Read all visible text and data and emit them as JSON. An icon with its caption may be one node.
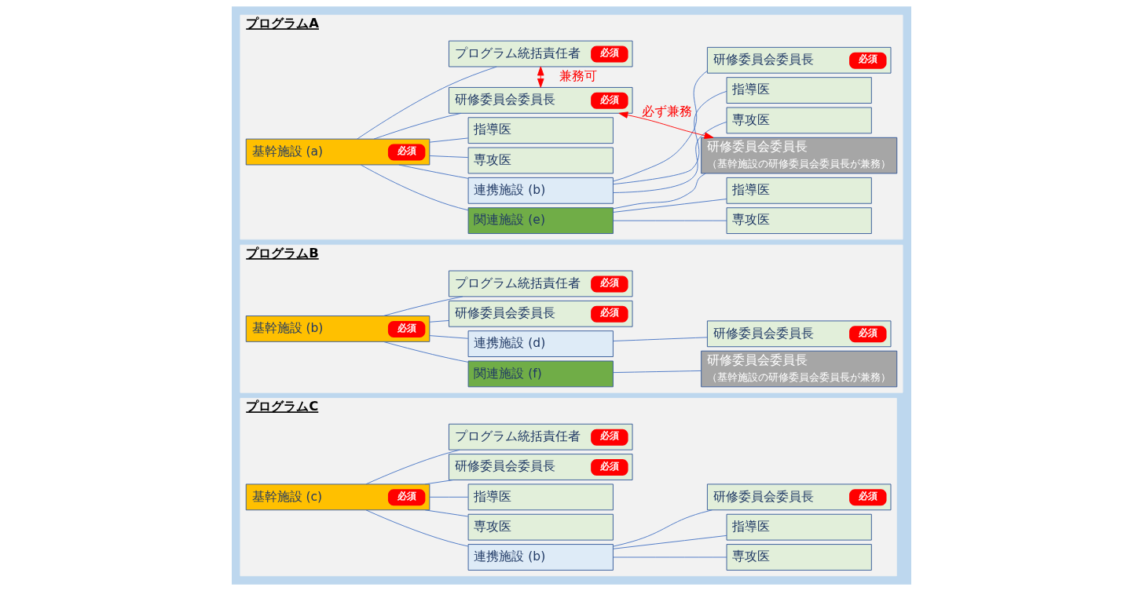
{
  "diagram": {
    "nodes": [
      {
        "text": [
          "プログラムA"
        ]
      },
      {
        "text": [
          "基幹施設 (a)",
          "必須"
        ],
        "in": 0
      },
      {
        "text": [
          "プログラム統括責任者",
          "必須"
        ],
        "in": 0
      },
      {
        "text": [
          "研修委員会委員長",
          "必須"
        ],
        "in": 0
      },
      {
        "text": [
          "指導医"
        ],
        "in": 0
      },
      {
        "text": [
          "専攻医"
        ],
        "in": 0
      },
      {
        "text": [
          "連携施設 (b)"
        ],
        "in": 0
      },
      {
        "text": [
          "研修委員会委員長",
          "必須"
        ],
        "in": 0
      },
      {
        "text": [
          "指導医"
        ],
        "in": 0
      },
      {
        "text": [
          "専攻医"
        ],
        "in": 0
      },
      {
        "text": [
          "関連施設 (e)"
        ],
        "in": 0
      },
      {
        "text": [
          "研修委員会委員長",
          "（基幹施設の研修委員会委員長が兼務）"
        ],
        "in": 0
      },
      {
        "text": [
          "指導医"
        ],
        "in": 0
      },
      {
        "text": [
          "専攻医"
        ],
        "in": 0
      },
      {
        "text": [
          "プログラムB"
        ]
      },
      {
        "text": [
          "基幹施設 (b)",
          "必須"
        ],
        "in": 14
      },
      {
        "text": [
          "プログラム統括責任者",
          "必須"
        ],
        "in": 14
      },
      {
        "text": [
          "研修委員会委員長",
          "必須"
        ],
        "in": 14
      },
      {
        "text": [
          "連携施設 (d)"
        ],
        "in": 14
      },
      {
        "text": [
          "研修委員会委員長",
          "必須"
        ],
        "in": 14
      },
      {
        "text": [
          "関連施設 (f)"
        ],
        "in": 14
      },
      {
        "text": [
          "研修委員会委員長",
          "（基幹施設の研修委員会委員長が兼務）"
        ],
        "in": 14
      },
      {
        "text": [
          "プログラムC"
        ]
      },
      {
        "text": [
          "基幹施設 (c)",
          "必須"
        ],
        "in": 22
      },
      {
        "text": [
          "プログラム統括責任者",
          "必須"
        ],
        "in": 22
      },
      {
        "text": [
          "研修委員会委員長",
          "必須"
        ],
        "in": 22
      },
      {
        "text": [
          "指導医"
        ],
        "in": 22
      },
      {
        "text": [
          "専攻医"
        ],
        "in": 22
      },
      {
        "text": [
          "連携施設 (b)"
        ],
        "in": 22
      },
      {
        "text": [
          "研修委員会委員長",
          "必須"
        ],
        "in": 22
      },
      {
        "text": [
          "指導医"
        ],
        "in": 22
      },
      {
        "text": [
          "専攻医"
        ],
        "in": 22
      }
    ],
    "edges": [
      {
        "from": 1,
        "to": 2,
        "arrow": "none"
      },
      {
        "from": 1,
        "to": 3,
        "arrow": "none"
      },
      {
        "from": 1,
        "to": 4,
        "arrow": "none"
      },
      {
        "from": 1,
        "to": 5,
        "arrow": "none"
      },
      {
        "from": 1,
        "to": 6,
        "arrow": "none"
      },
      {
        "from": 1,
        "to": 10,
        "arrow": "none"
      },
      {
        "from": 6,
        "to": 7,
        "arrow": "none"
      },
      {
        "from": 6,
        "to": 8,
        "arrow": "none"
      },
      {
        "from": 6,
        "to": 9,
        "arrow": "none"
      },
      {
        "from": 10,
        "to": 11,
        "arrow": "none"
      },
      {
        "from": 10,
        "to": 12,
        "arrow": "none"
      },
      {
        "from": 10,
        "to": 13,
        "arrow": "none"
      },
      {
        "from": 2,
        "to": 3,
        "arrow": "both",
        "label": "兼務可",
        "color": "#ff0000"
      },
      {
        "from": 3,
        "to": 11,
        "arrow": "both",
        "label": "必ず兼務",
        "color": "#ff0000"
      },
      {
        "from": 15,
        "to": 16,
        "arrow": "none"
      },
      {
        "from": 15,
        "to": 17,
        "arrow": "none"
      },
      {
        "from": 15,
        "to": 18,
        "arrow": "none"
      },
      {
        "from": 15,
        "to": 20,
        "arrow": "none"
      },
      {
        "from": 18,
        "to": 19,
        "arrow": "none"
      },
      {
        "from": 20,
        "to": 21,
        "arrow": "none"
      },
      {
        "from": 23,
        "to": 24,
        "arrow": "none"
      },
      {
        "from": 23,
        "to": 25,
        "arrow": "none"
      },
      {
        "from": 23,
        "to": 26,
        "arrow": "none"
      },
      {
        "from": 23,
        "to": 27,
        "arrow": "none"
      },
      {
        "from": 23,
        "to": 28,
        "arrow": "none"
      },
      {
        "from": 28,
        "to": 29,
        "arrow": "none"
      },
      {
        "from": 28,
        "to": 30,
        "arrow": "none"
      },
      {
        "from": 28,
        "to": 31,
        "arrow": "none"
      }
    ]
  }
}
